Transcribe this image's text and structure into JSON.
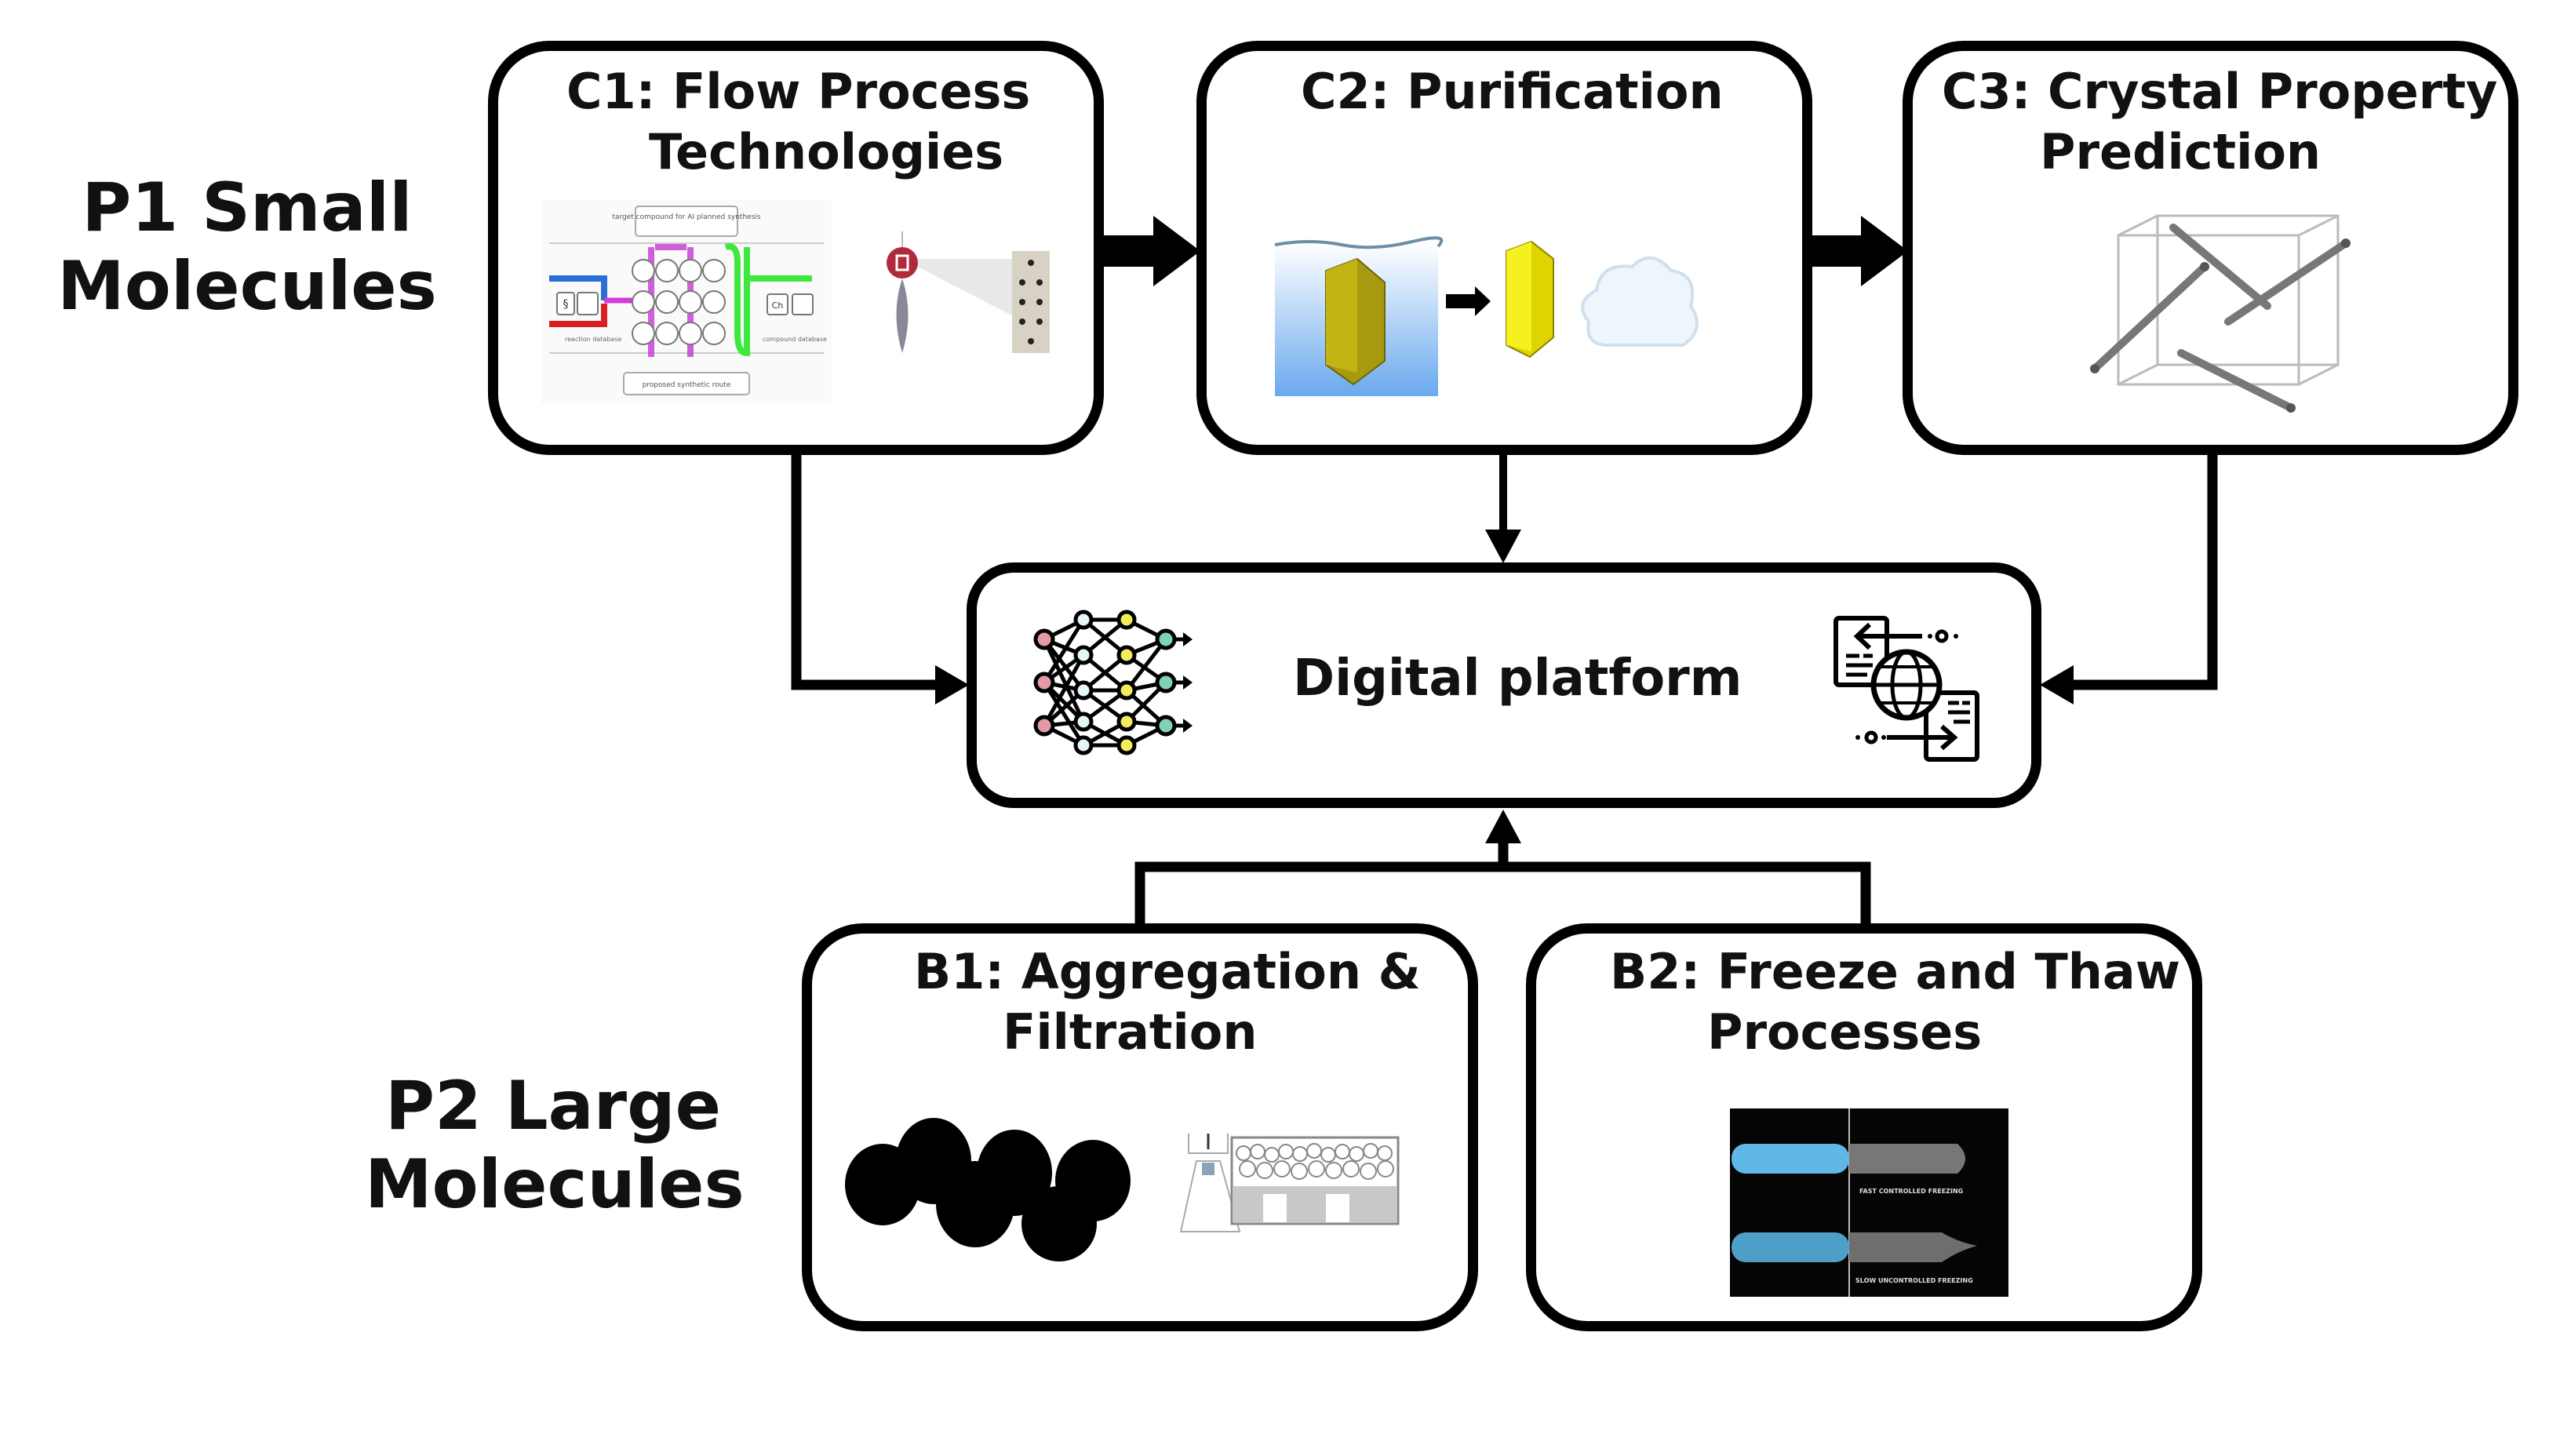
{
  "groups": {
    "p1": {
      "line1": "P1 Small",
      "line2": "Molecules"
    },
    "p2": {
      "line1": "P2 Large",
      "line2": "Molecules"
    }
  },
  "boxes": {
    "c1": {
      "line1": "C1: Flow Process",
      "line2": "Technologies",
      "figure_labels": {
        "top": "target compound for AI planned synthesis",
        "left": "reaction database",
        "right": "compound database",
        "bottom": "proposed synthetic route",
        "chem": "Ch"
      }
    },
    "c2": {
      "line1": "C2: Purification"
    },
    "c3": {
      "line1": "C3: Crystal Property",
      "line2": "Prediction"
    },
    "platform": {
      "label": "Digital platform"
    },
    "b1": {
      "line1": "B1: Aggregation &",
      "line2": "Filtration"
    },
    "b2": {
      "line1": "B2: Freeze and Thaw",
      "line2": "Processes",
      "figure_labels": {
        "fast": "FAST CONTROLLED FREEZING",
        "slow": "SLOW UNCONTROLLED FREEZING"
      }
    }
  },
  "connections": [
    {
      "from": "C1",
      "to": "C2"
    },
    {
      "from": "C2",
      "to": "C3"
    },
    {
      "from": "C1",
      "to": "Digital platform"
    },
    {
      "from": "C2",
      "to": "Digital platform"
    },
    {
      "from": "C3",
      "to": "Digital platform"
    },
    {
      "from": "B1",
      "to": "Digital platform"
    },
    {
      "from": "B2",
      "to": "Digital platform"
    }
  ],
  "colors": {
    "stroke": "#000000",
    "water": "#6aa9ee",
    "crystal_dark": "#a89a10",
    "crystal_bright": "#f2ec10",
    "ice": "#5fb8e8"
  }
}
